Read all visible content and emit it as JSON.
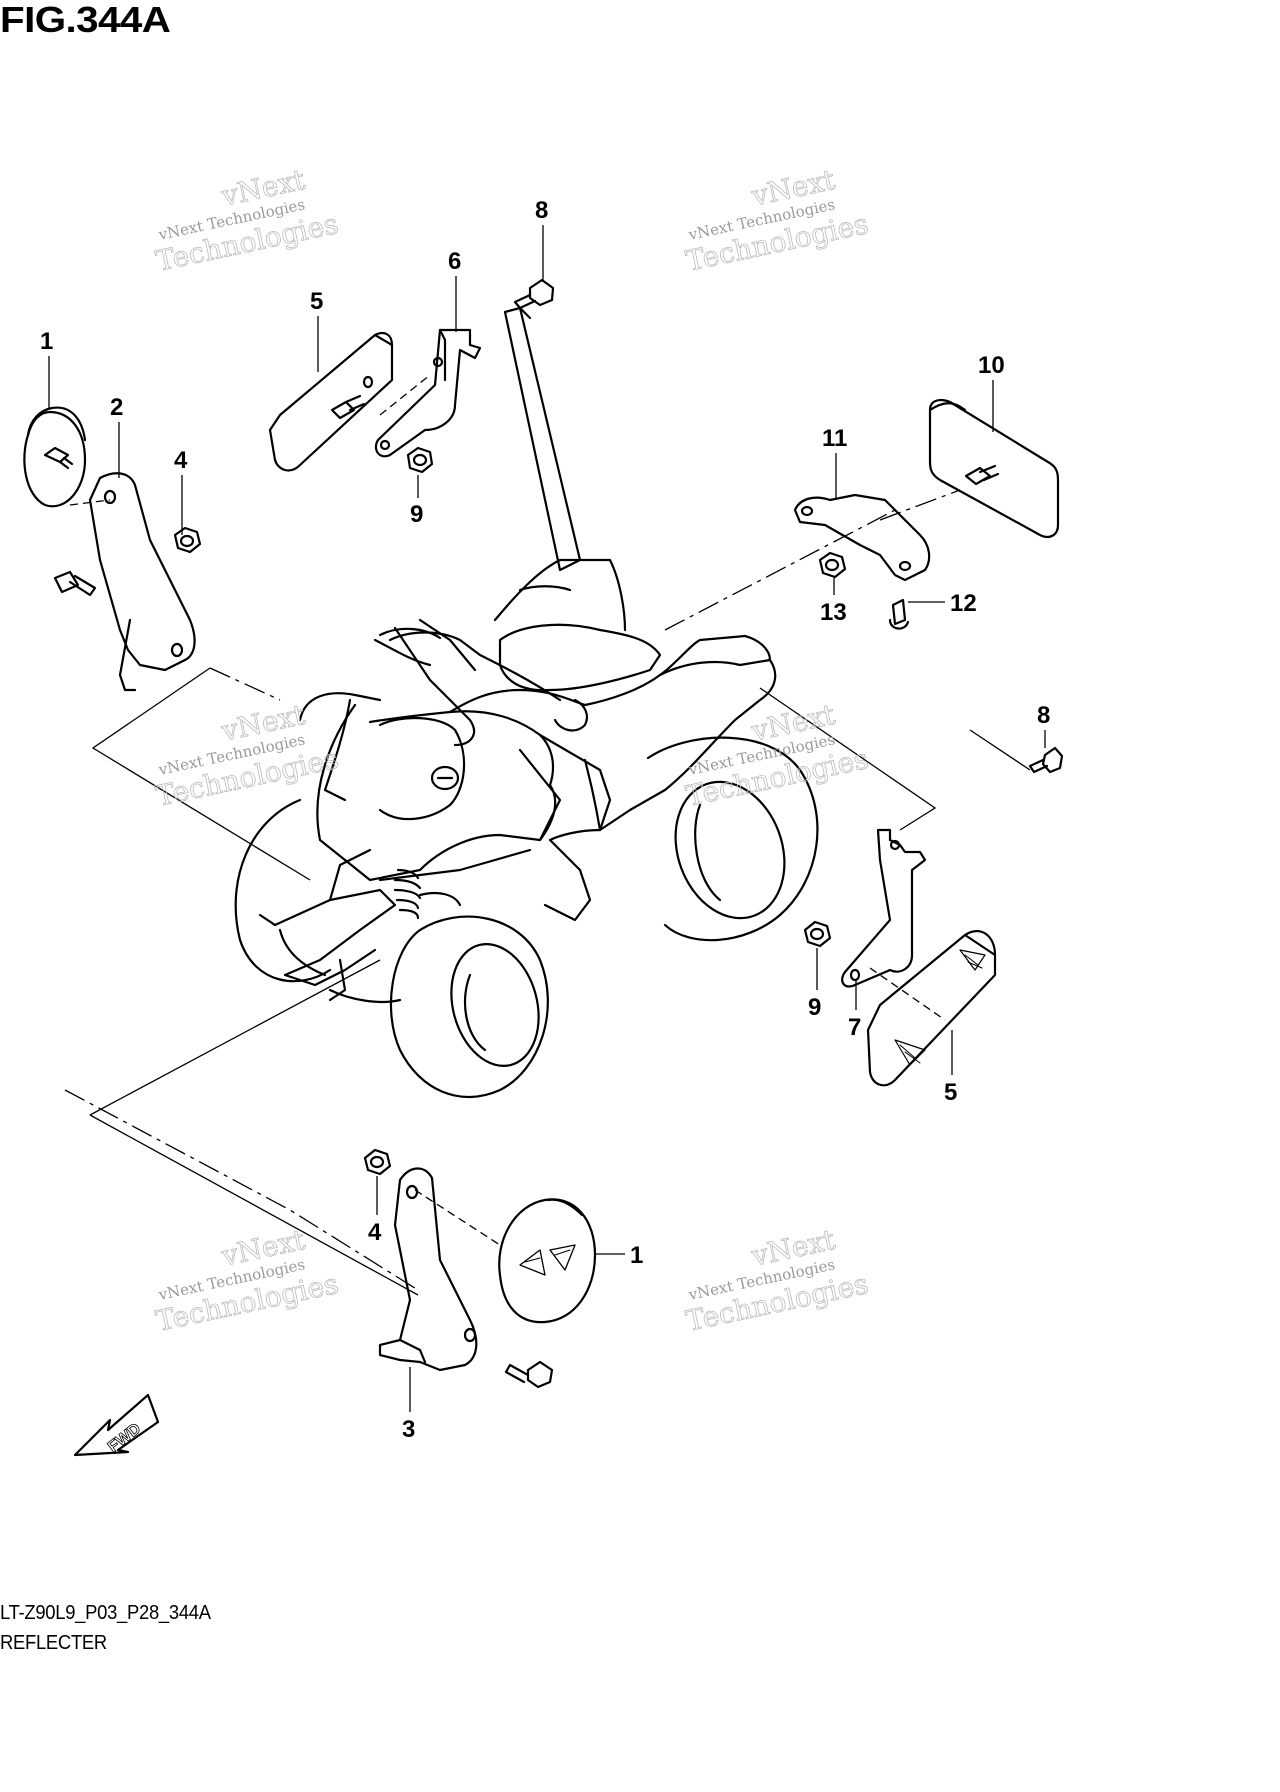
{
  "figure": {
    "title": "FIG.344A",
    "model_code": "LT-Z90L9_P03_P28_344A",
    "section_name": "REFLECTER"
  },
  "callouts": [
    {
      "id": "c1a",
      "text": "1"
    },
    {
      "id": "c2",
      "text": "2"
    },
    {
      "id": "c4a",
      "text": "4"
    },
    {
      "id": "c5a",
      "text": "5"
    },
    {
      "id": "c6",
      "text": "6"
    },
    {
      "id": "c9a",
      "text": "9"
    },
    {
      "id": "c8a",
      "text": "8"
    },
    {
      "id": "c10",
      "text": "10"
    },
    {
      "id": "c11",
      "text": "11"
    },
    {
      "id": "c12",
      "text": "12"
    },
    {
      "id": "c13",
      "text": "13"
    },
    {
      "id": "c8b",
      "text": "8"
    },
    {
      "id": "c9b",
      "text": "9"
    },
    {
      "id": "c7",
      "text": "7"
    },
    {
      "id": "c5b",
      "text": "5"
    },
    {
      "id": "c4b",
      "text": "4"
    },
    {
      "id": "c1b",
      "text": "1"
    },
    {
      "id": "c3",
      "text": "3"
    }
  ],
  "fwd_label": "FWD",
  "watermark": {
    "line1": "vNext",
    "line2": "vNext Technologies",
    "line3": "Technologies"
  }
}
